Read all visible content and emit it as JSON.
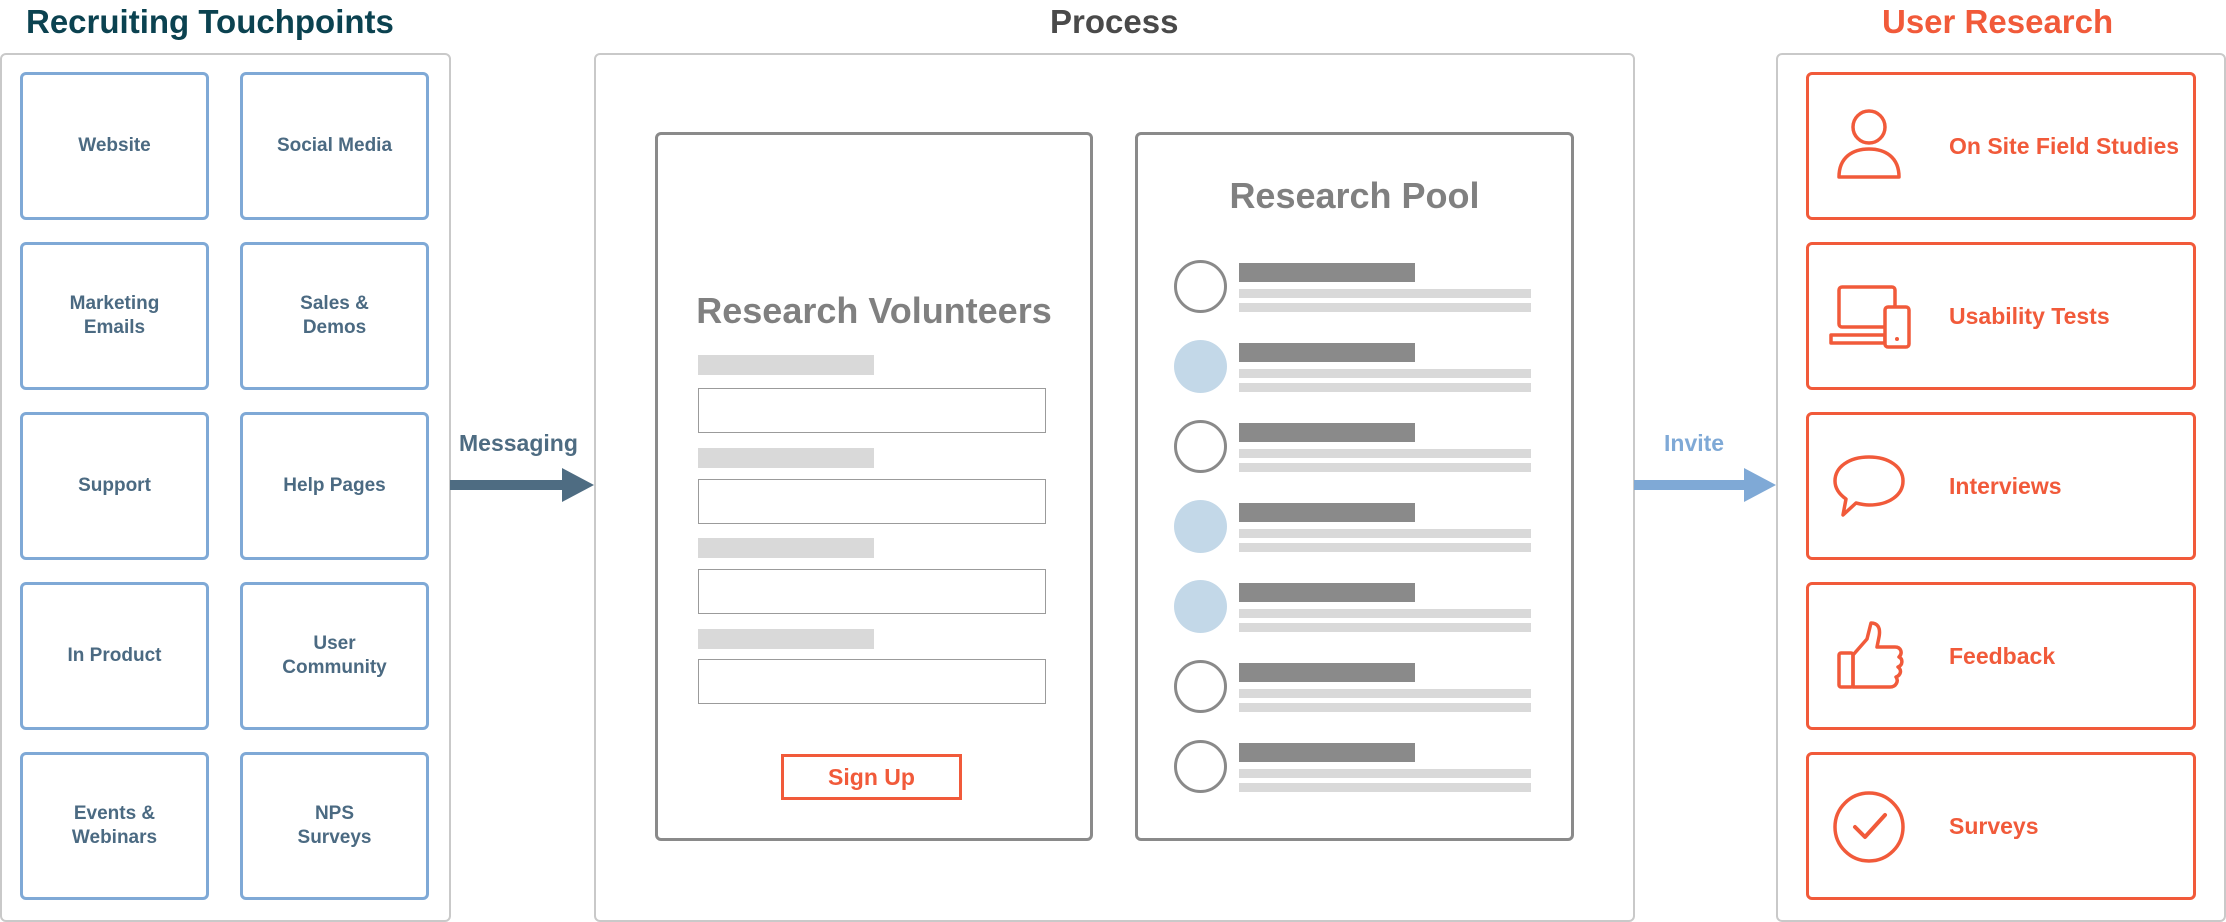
{
  "titles": {
    "left": "Recruiting Touchpoints",
    "middle": "Process",
    "right": "User Research"
  },
  "touchpoints": [
    {
      "label": "Website"
    },
    {
      "label": "Social Media"
    },
    {
      "label": "Marketing\nEmails"
    },
    {
      "label": "Sales &\nDemos"
    },
    {
      "label": "Support"
    },
    {
      "label": "Help Pages"
    },
    {
      "label": "In Product"
    },
    {
      "label": "User\nCommunity"
    },
    {
      "label": "Events &\nWebinars"
    },
    {
      "label": "NPS\nSurveys"
    }
  ],
  "arrows": {
    "messaging": "Messaging",
    "invite": "Invite"
  },
  "volunteers": {
    "title": "Research Volunteers",
    "field_count": 4,
    "button": "Sign Up"
  },
  "pool": {
    "title": "Research Pool",
    "rows": [
      "empty",
      "filled",
      "empty",
      "filled",
      "filled",
      "empty",
      "empty"
    ]
  },
  "research": [
    {
      "label": "On Site Field Studies",
      "icon": "person-icon"
    },
    {
      "label": "Usability Tests",
      "icon": "devices-icon"
    },
    {
      "label": "Interviews",
      "icon": "speech-bubble-icon"
    },
    {
      "label": "Feedback",
      "icon": "thumbs-up-icon"
    },
    {
      "label": "Surveys",
      "icon": "checkmark-circle-icon"
    }
  ],
  "colors": {
    "navy": "#0b4250",
    "slate": "#4e6c82",
    "light_blue": "#7fa9d6",
    "orange": "#f15a3a",
    "gray": "#8a8a8a"
  }
}
